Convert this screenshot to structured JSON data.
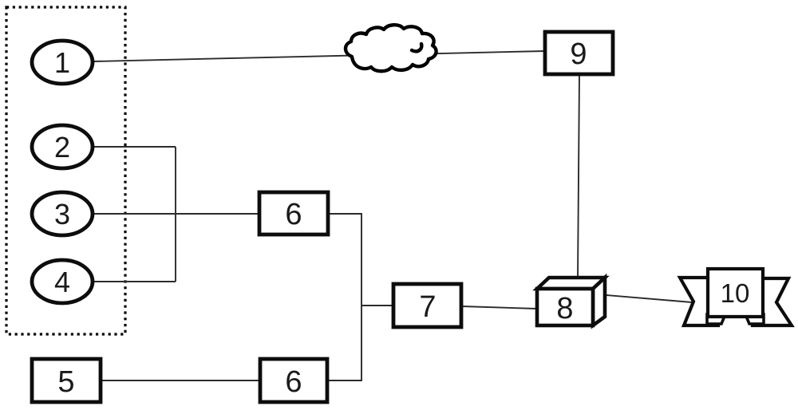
{
  "figure": {
    "background_color": "#ffffff",
    "line_color": "#000000",
    "container": {
      "style": "dotted-rectangle",
      "contains": [
        "1",
        "2",
        "3",
        "4"
      ]
    },
    "nodes": {
      "n1": {
        "label": "1",
        "shape": "ellipse"
      },
      "n2": {
        "label": "2",
        "shape": "ellipse"
      },
      "n3": {
        "label": "3",
        "shape": "ellipse"
      },
      "n4": {
        "label": "4",
        "shape": "ellipse"
      },
      "n5": {
        "label": "5",
        "shape": "rectangle"
      },
      "n6_upper": {
        "label": "6",
        "shape": "rectangle"
      },
      "n6_lower": {
        "label": "6",
        "shape": "rectangle"
      },
      "n7": {
        "label": "7",
        "shape": "rectangle"
      },
      "n8": {
        "label": "8",
        "shape": "cube"
      },
      "n9": {
        "label": "9",
        "shape": "rectangle"
      },
      "n10": {
        "label": "10",
        "shape": "banner-ribbon"
      }
    },
    "icons": {
      "cloud": "network-cloud"
    },
    "edges": [
      {
        "from": "1",
        "to": "9",
        "via": "cloud"
      },
      {
        "from": "2",
        "to": "bus-junction-left"
      },
      {
        "from": "3",
        "to": "6_upper"
      },
      {
        "from": "4",
        "to": "bus-junction-left"
      },
      {
        "from": "5",
        "to": "6_lower"
      },
      {
        "from": "6_upper",
        "to": "7",
        "via": "vertical-bus"
      },
      {
        "from": "6_lower",
        "to": "7",
        "via": "vertical-bus"
      },
      {
        "from": "7",
        "to": "8"
      },
      {
        "from": "9",
        "to": "8"
      },
      {
        "from": "8",
        "to": "10"
      }
    ]
  }
}
